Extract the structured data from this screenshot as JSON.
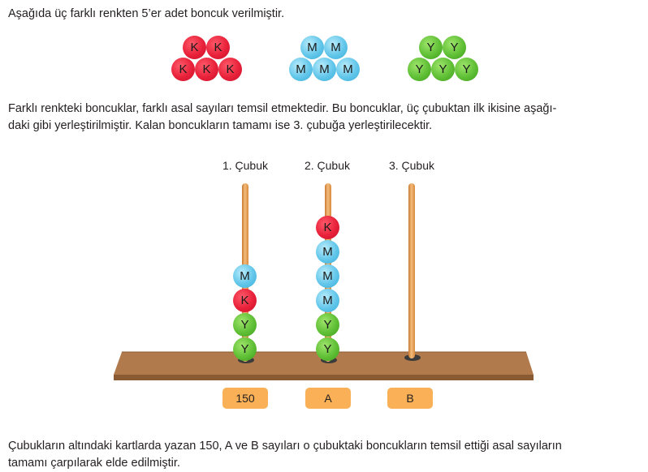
{
  "intro": "Aşağıda üç farklı renkten 5’er adet boncuk verilmiştir.",
  "bead_groups": {
    "red": {
      "letter": "K",
      "color": "#e8213a"
    },
    "blue": {
      "letter": "M",
      "color": "#62c6ea"
    },
    "green": {
      "letter": "Y",
      "color": "#5fbf35"
    }
  },
  "paragraph2": {
    "line1": "Farklı renkteki boncuklar, farklı asal sayıları temsil etmektedir. Bu boncuklar, üç çubuktan ilk ikisine aşağı-",
    "line2": "daki gibi yerleştirilmiştir. Kalan boncukların tamamı ise 3. çubuğa yerleştirilecektir."
  },
  "rods": [
    {
      "label": "1. Çubuk",
      "beads": [
        "M",
        "K",
        "Y",
        "Y"
      ],
      "card": "150"
    },
    {
      "label": "2. Çubuk",
      "beads": [
        "K",
        "M",
        "M",
        "M",
        "Y",
        "Y"
      ],
      "card": "A"
    },
    {
      "label": "3. Çubuk",
      "beads": [],
      "card": "B"
    }
  ],
  "paragraph3": {
    "line1": "Çubukların altındaki kartlarda yazan 150, A ve B sayıları o çubuktaki boncukların temsil ettiği asal sayıların",
    "line2": "tamamı çarpılarak elde edilmiştir."
  },
  "colors": {
    "card": "#f9b057",
    "board": "#b07a4c",
    "rod": "#e9a865"
  }
}
